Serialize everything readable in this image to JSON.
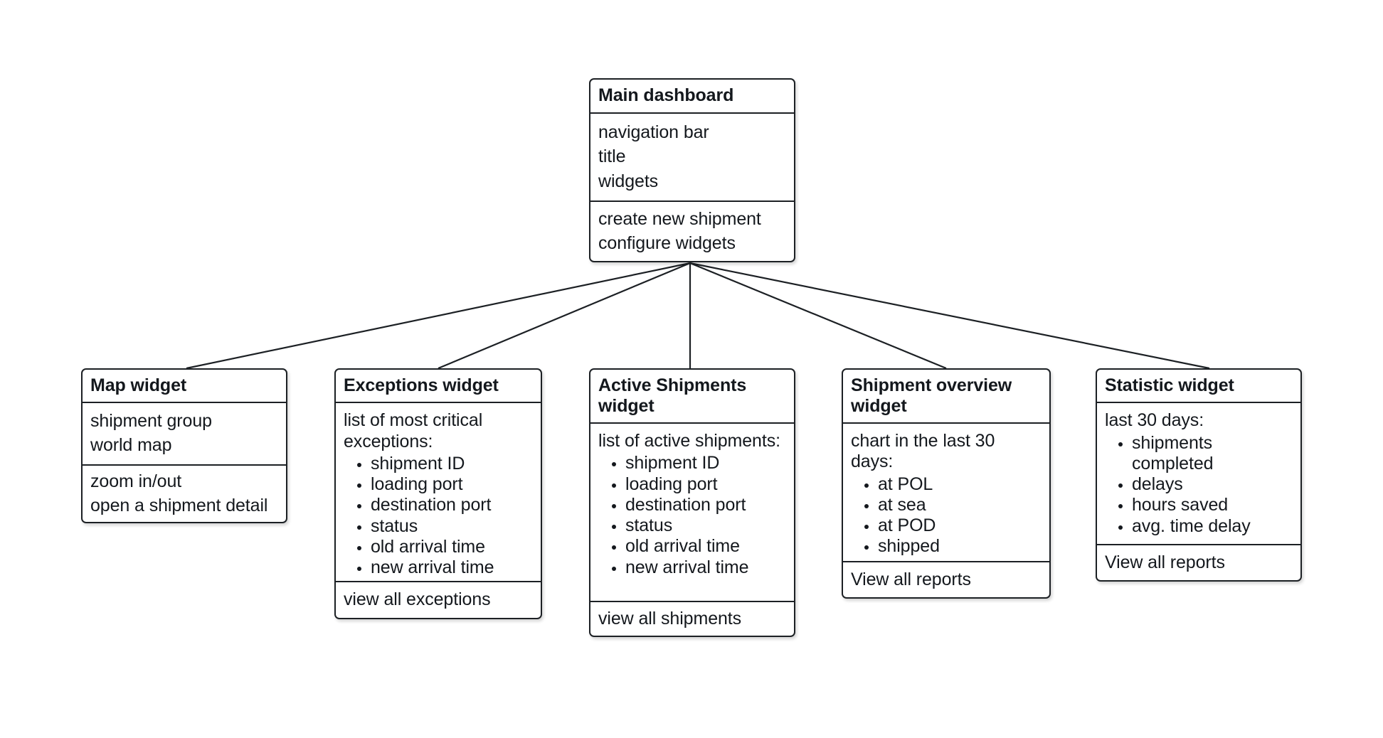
{
  "diagram": {
    "type": "uml-class-decomposition",
    "background_color": "#ffffff",
    "line_color": "#1c2024",
    "text_color": "#14181d"
  },
  "root": {
    "title": "Main dashboard",
    "attributes": [
      "navigation bar",
      "title",
      "widgets"
    ],
    "operations": [
      "create new shipment",
      "configure widgets"
    ]
  },
  "children": [
    {
      "id": "map-widget",
      "title": "Map widget",
      "attributes": [
        "shipment group",
        "world map"
      ],
      "bullets": [],
      "operations": [
        "zoom in/out",
        "open a shipment detail"
      ]
    },
    {
      "id": "exceptions-widget",
      "title": "Exceptions widget",
      "attributes": [
        "list of most critical exceptions:"
      ],
      "bullets": [
        "shipment ID",
        "loading port",
        "destination port",
        "status",
        "old arrival time",
        "new arrival time"
      ],
      "operations": [
        "view all exceptions"
      ]
    },
    {
      "id": "active-shipments-widget",
      "title": "Active Shipments widget",
      "attributes": [
        "list of active shipments:"
      ],
      "bullets": [
        "shipment ID",
        "loading port",
        "destination port",
        "status",
        "old arrival time",
        "new arrival time"
      ],
      "operations": [
        "view all shipments"
      ]
    },
    {
      "id": "shipment-overview-widget",
      "title": "Shipment overview widget",
      "attributes": [
        "chart in the last 30 days:"
      ],
      "bullets": [
        "at POL",
        "at sea",
        "at POD",
        "shipped"
      ],
      "operations": [
        "View all reports"
      ]
    },
    {
      "id": "statistic-widget",
      "title": "Statistic widget",
      "attributes": [
        "last 30 days:"
      ],
      "bullets": [
        "shipments completed",
        "delays",
        "hours saved",
        "avg. time delay"
      ],
      "operations": [
        "View all reports"
      ]
    }
  ]
}
